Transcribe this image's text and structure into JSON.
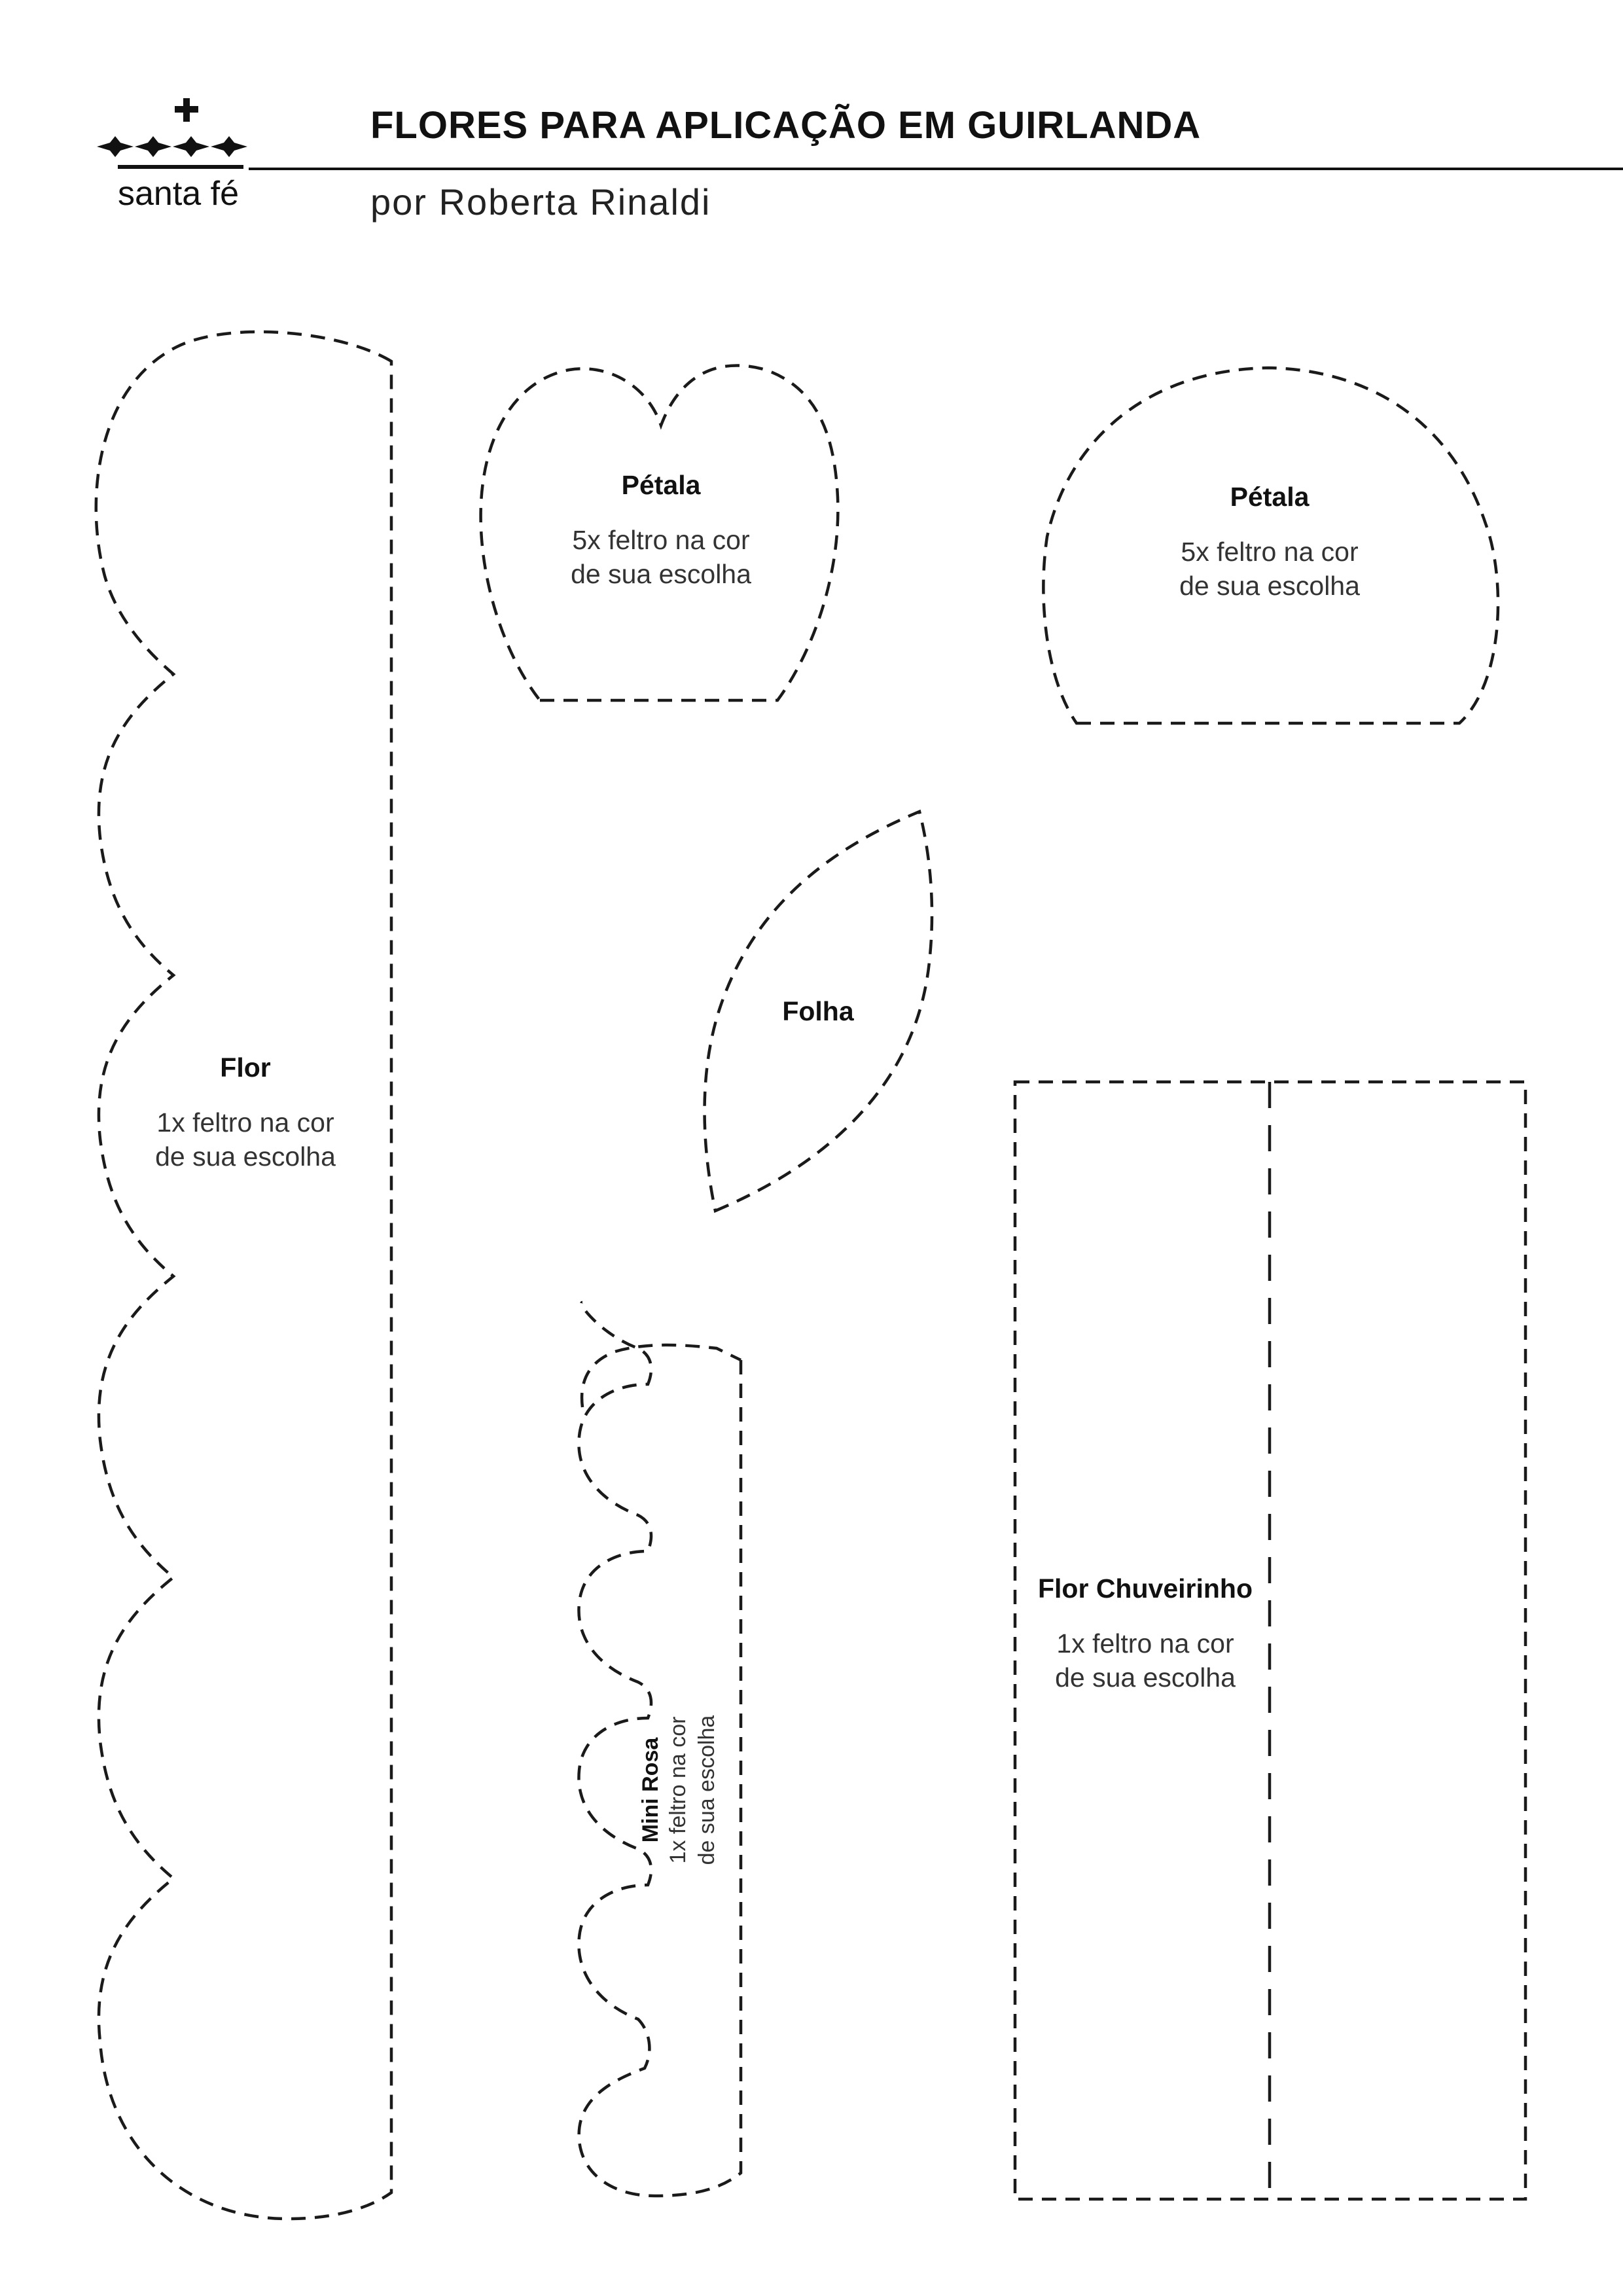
{
  "header": {
    "brand": "santa fé",
    "title": "FLORES PARA APLICAÇÃO EM GUIRLANDA",
    "author": "por Roberta Rinaldi"
  },
  "icons": {
    "logo": "crown-of-stars-with-cross-icon"
  },
  "pieces": [
    {
      "id": "flor",
      "name": "Flor",
      "line1": "1x feltro na cor",
      "line2": "de sua escolha"
    },
    {
      "id": "petala-heart",
      "name": "Pétala",
      "line1": "5x feltro na cor",
      "line2": "de sua escolha"
    },
    {
      "id": "petala-round",
      "name": "Pétala",
      "line1": "5x feltro na cor",
      "line2": "de sua escolha"
    },
    {
      "id": "folha",
      "name": "Folha"
    },
    {
      "id": "mini-rosa",
      "name": "Mini Rosa",
      "line1": "1x feltro na cor",
      "line2": "de sua escolha"
    },
    {
      "id": "flor-chuveirinho",
      "name": "Flor Chuveirinho",
      "line1": "1x feltro na cor",
      "line2": "de sua escolha"
    }
  ],
  "colors": {
    "ink": "#111111",
    "cutline": "#1a1a1a",
    "background": "#ffffff"
  }
}
